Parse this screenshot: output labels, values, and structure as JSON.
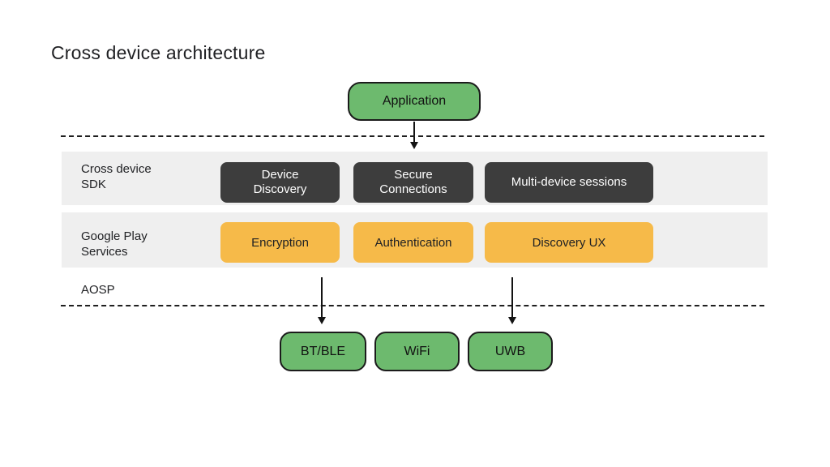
{
  "title": "Cross device architecture",
  "colors": {
    "green": "#6dba6e",
    "yellow": "#f6ba49",
    "dark_gray": "#3d3d3d",
    "band_gray": "#efefef",
    "text": "#202124"
  },
  "application_box": {
    "label": "Application"
  },
  "sdk_layer": {
    "label": "Cross device\nSDK",
    "boxes": [
      {
        "label": "Device\nDiscovery"
      },
      {
        "label": "Secure\nConnections"
      },
      {
        "label": "Multi-device sessions"
      }
    ]
  },
  "gps_layer": {
    "label": "Google Play\nServices",
    "boxes": [
      {
        "label": "Encryption"
      },
      {
        "label": "Authentication"
      },
      {
        "label": "Discovery UX"
      }
    ]
  },
  "aosp_layer": {
    "label": "AOSP"
  },
  "radio_boxes": [
    {
      "label": "BT/BLE"
    },
    {
      "label": "WiFi"
    },
    {
      "label": "UWB"
    }
  ]
}
